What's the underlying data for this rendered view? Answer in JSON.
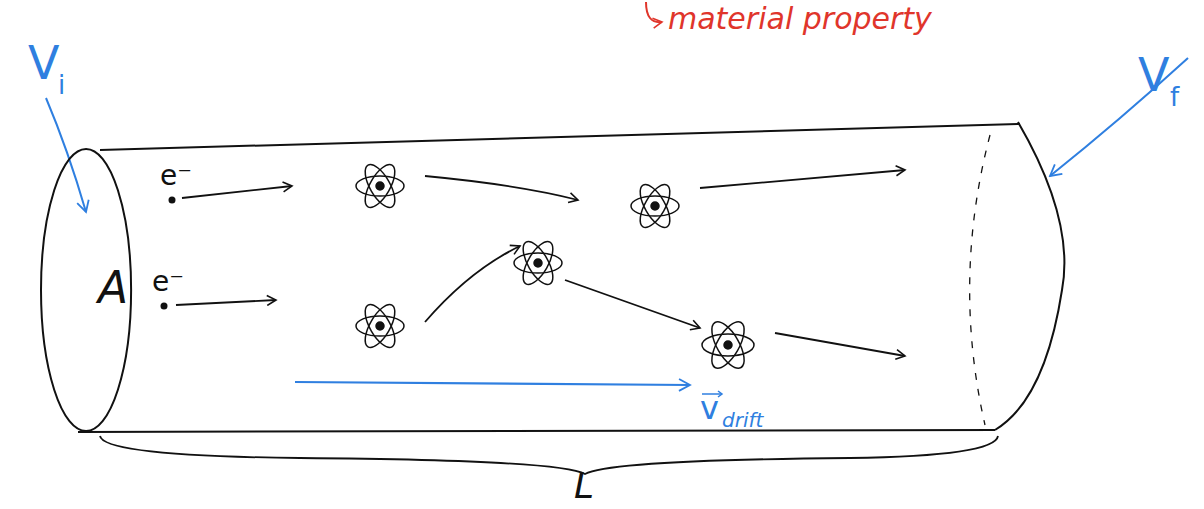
{
  "diagram": {
    "nodes": [
      {
        "text": [
          "A"
        ]
      }
    ],
    "labels": [
      "V",
      "i",
      "V",
      "f",
      "e⁻",
      "e⁻",
      "v",
      "drift",
      "L",
      "material property"
    ]
  }
}
